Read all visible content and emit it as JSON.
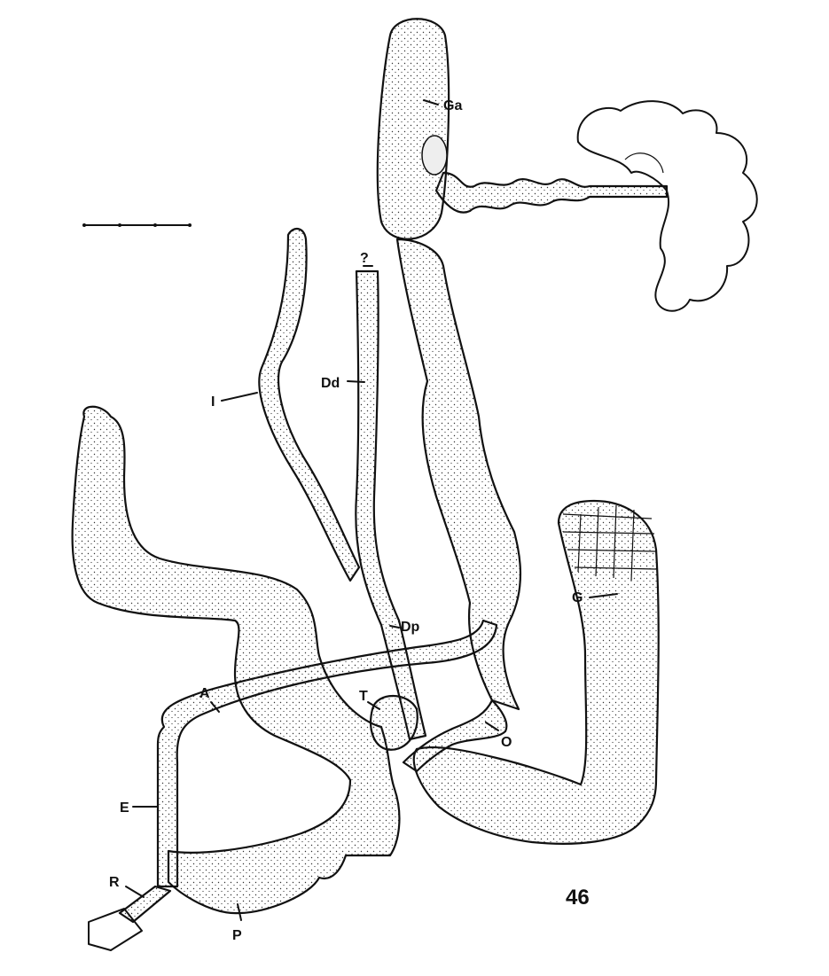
{
  "figure": {
    "number": "46",
    "labels": {
      "Ga": "Ga",
      "Dd": "Dd",
      "Dp": "Dp",
      "I": "I",
      "A": "A",
      "E": "E",
      "R": "R",
      "P": "P",
      "T": "T",
      "O": "O",
      "G": "G",
      "question": "?"
    }
  }
}
